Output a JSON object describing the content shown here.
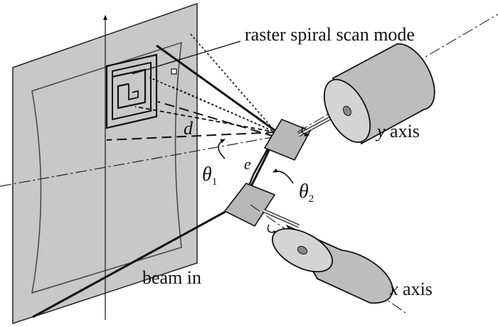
{
  "labels": {
    "scan_mode": "raster spiral scan mode",
    "y_axis_var": "y",
    "y_axis_word": " axis",
    "x_axis_var": "x",
    "x_axis_word": " axis",
    "beam": "beam in",
    "distance": "d",
    "separation": "e",
    "theta": "θ",
    "theta1_sub": "1",
    "theta2_sub": "2"
  },
  "colors": {
    "screen_fill": "#c8c8c8",
    "cylinder_fill": "#bdbdbd",
    "mirror_fill": "#b8b8b8",
    "ink": "#111111"
  }
}
